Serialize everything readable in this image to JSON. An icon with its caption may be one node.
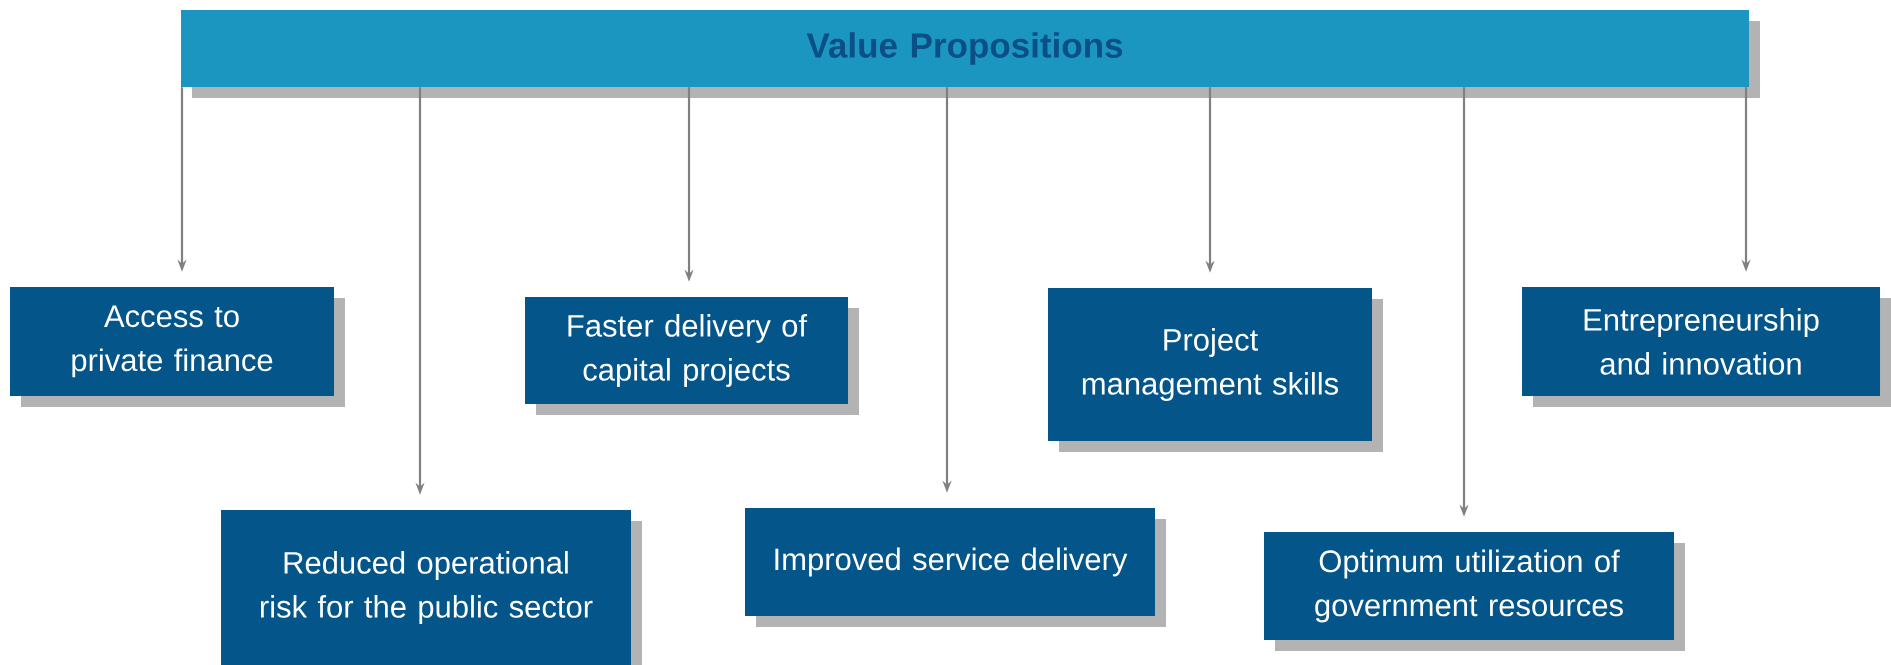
{
  "diagram": {
    "nodes": [
      {
        "text": [
          "Value Propositions"
        ]
      },
      {
        "text": [
          "Access to private finance"
        ]
      },
      {
        "text": [
          "Reduced operational risk for the public sector"
        ]
      },
      {
        "text": [
          "Faster delivery of capital projects"
        ]
      },
      {
        "text": [
          "Improved service delivery"
        ]
      },
      {
        "text": [
          "Project management skills"
        ]
      },
      {
        "text": [
          "Optimum utilization of government resources"
        ]
      },
      {
        "text": [
          "Entrepreneurship and innovation"
        ]
      }
    ],
    "edges": [
      {
        "from": 0,
        "to": 1,
        "arrow": "to"
      },
      {
        "from": 0,
        "to": 2,
        "arrow": "to"
      },
      {
        "from": 0,
        "to": 3,
        "arrow": "to"
      },
      {
        "from": 0,
        "to": 4,
        "arrow": "to"
      },
      {
        "from": 0,
        "to": 5,
        "arrow": "to"
      },
      {
        "from": 0,
        "to": 6,
        "arrow": "to"
      },
      {
        "from": 0,
        "to": 7,
        "arrow": "to"
      }
    ]
  }
}
